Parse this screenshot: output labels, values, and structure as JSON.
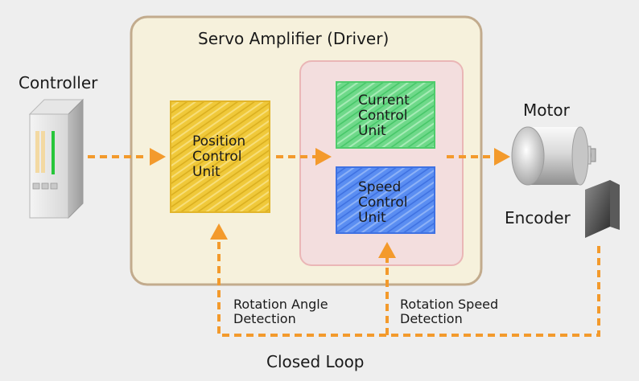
{
  "title": "Servo Amplifier (Driver)",
  "controller": {
    "label": "Controller"
  },
  "motor": {
    "label": "Motor"
  },
  "encoder": {
    "label": "Encoder"
  },
  "units": {
    "position": [
      "Position",
      "Control",
      "Unit"
    ],
    "current": [
      "Current",
      "Control",
      "Unit"
    ],
    "speed": [
      "Speed",
      "Control",
      "Unit"
    ]
  },
  "feedback": {
    "angle": [
      "Rotation Angle",
      "Detection"
    ],
    "speed": [
      "Rotation Speed",
      "Detection"
    ],
    "loop_label": "Closed Loop"
  },
  "colors": {
    "background": "#eeeeee",
    "amplifier_fill": "#f6f1dc",
    "amplifier_border": "#c2ab8d",
    "inner_fill": "#f3dede",
    "inner_border": "#eab6b6",
    "position_unit": "#f0c93a",
    "current_unit": "#6fd98a",
    "speed_unit": "#5b8ef2",
    "arrow": "#f39a2c"
  }
}
